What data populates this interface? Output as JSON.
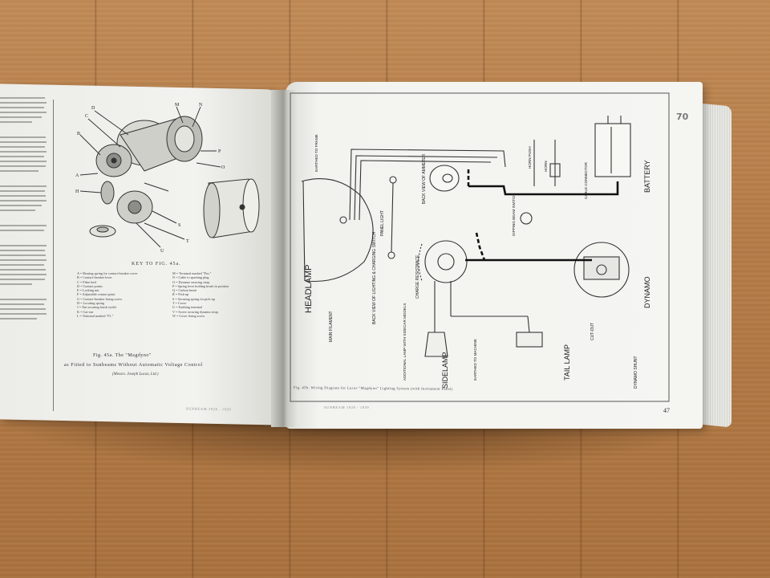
{
  "scene": {
    "description_colors": {
      "table": "#b47c47",
      "paper": "#f3f3f0",
      "ink": "#222222"
    }
  },
  "left_page": {
    "key_title": "KEY TO FIG. 45a.",
    "key_items": [
      "A = Bearing spring for contact-breaker cover",
      "B = Contact-breaker lever",
      "C = Fibre heel",
      "D = Contact points",
      "E = Locking nut",
      "F = Adjustable contact point",
      "G = Contact-breaker fixing screw",
      "H = Locating spring",
      "J = Nut securing brush eyelet",
      "K = Cut-out",
      "L = Terminal marked \"F1.\"",
      "M = Terminal marked \"Pos.\"",
      "N = Cable to sparking plug",
      "O = Dynamo securing strap",
      "P = Spring lever holding brush in position",
      "Q = Carbon brush",
      "R = Pick-up",
      "S = Securing spring for pick-up",
      "T = Cover",
      "U = Earthing terminal",
      "V = Screw securing dynamo strap",
      "W = Cover fixing screw"
    ],
    "figure_caption": "Fig. 45a. The \"Magdyno\"",
    "figure_caption_2": "as Fitted to Sunbeams Without Automatic Voltage Control",
    "figure_credit": "(Messrs. Joseph Lucas, Ltd.)",
    "footer": "SUNBEAM 1928 - 1939"
  },
  "right_page": {
    "labels": {
      "headlamp": "HEADLAMP",
      "sidelamp": "SIDELAMP",
      "tail_lamp": "TAIL LAMP",
      "dynamo": "DYNAMO",
      "battery": "BATTERY",
      "cut_out": "CUT-OUT",
      "main_filament": "MAIN FILAMENT",
      "panel_light": "PANEL LIGHT",
      "ammeter": "BACK VIEW OF AMMETER",
      "horn_push": "HORN PUSH",
      "horn": "HORN",
      "cable_connector": "CABLE CONNECTOR",
      "dipping_beam": "DIPPING BEAM SWITCH",
      "lighting_switch": "BACK VIEW OF LIGHTING & CHARGING SWITCH",
      "charge_resistance": "CHARGE RESISTANCE",
      "dynamo_shunt": "DYNAMO SHUNT",
      "earthed_frame": "EARTHED TO FRAME",
      "earthed_machine": "EARTHED TO MACHINE",
      "additional_lamp": "ADDITIONAL LAMP WITH SIDECAR MODELS"
    },
    "caption": "Fig. 45b. Wiring Diagram for Lucas \"Magdyno\" Lighting System (with Instrument Panel)",
    "footer": "SUNBEAM 1928 - 1939",
    "page_number": "47",
    "pencil_mark": "70"
  }
}
